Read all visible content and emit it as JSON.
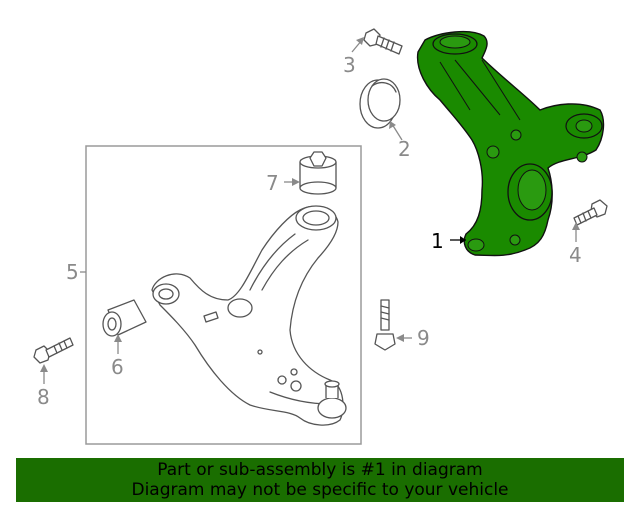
{
  "callouts": {
    "c1": "1",
    "c2": "2",
    "c3": "3",
    "c4": "4",
    "c5": "5",
    "c6": "6",
    "c7": "7",
    "c8": "8",
    "c9": "9"
  },
  "colors": {
    "highlight": "#1a8a00",
    "banner": "#1a6e00",
    "line": "#555555",
    "callout_text": "#8a8a8a"
  },
  "banner": {
    "line1": "Part or sub-assembly is #1 in diagram",
    "line2": "Diagram may not be specific to your vehicle"
  }
}
